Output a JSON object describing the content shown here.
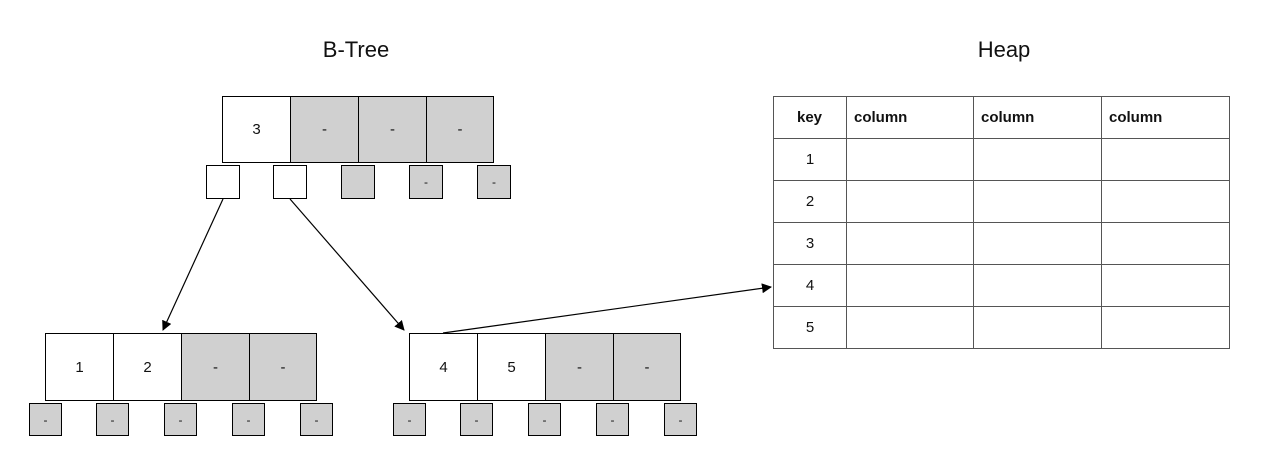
{
  "btree": {
    "title": "B-Tree",
    "root": {
      "keys": [
        "3",
        "-",
        "-",
        "-"
      ],
      "pointers": [
        "",
        "",
        "",
        "-",
        "-"
      ]
    },
    "left_leaf": {
      "keys": [
        "1",
        "2",
        "-",
        "-"
      ],
      "pointers": [
        "-",
        "-",
        "-",
        "-",
        "-"
      ]
    },
    "right_leaf": {
      "keys": [
        "4",
        "5",
        "-",
        "-"
      ],
      "pointers": [
        "-",
        "-",
        "-",
        "-",
        "-"
      ]
    }
  },
  "heap": {
    "title": "Heap",
    "headers": [
      "key",
      "column",
      "column",
      "column"
    ],
    "rows": [
      [
        "1",
        "",
        "",
        ""
      ],
      [
        "2",
        "",
        "",
        ""
      ],
      [
        "3",
        "",
        "",
        ""
      ],
      [
        "4",
        "",
        "",
        ""
      ],
      [
        "5",
        "",
        "",
        ""
      ]
    ]
  },
  "colors": {
    "empty_slot": "#d0d0d0",
    "used_slot": "#ffffff",
    "line": "#000000"
  }
}
